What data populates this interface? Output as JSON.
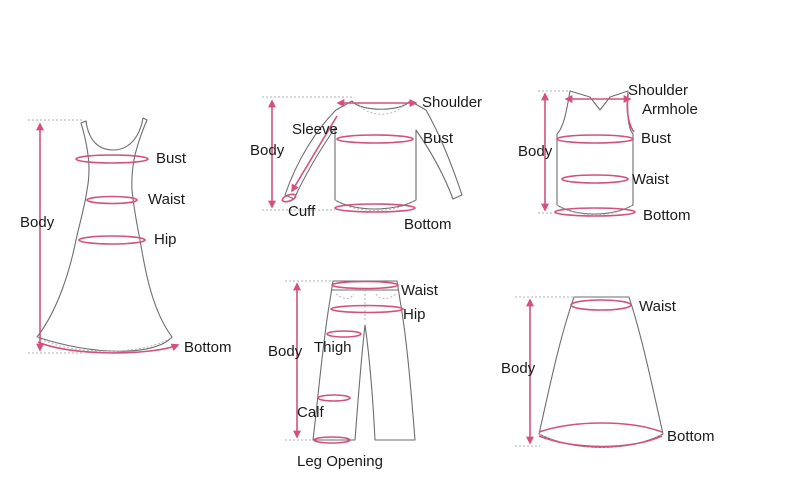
{
  "colors": {
    "accent": "#d4507f",
    "outline": "#6e6e6e",
    "background": "#ffffff"
  },
  "dress": {
    "body": "Body",
    "bust": "Bust",
    "waist": "Waist",
    "hip": "Hip",
    "bottom": "Bottom"
  },
  "sweater": {
    "shoulder": "Shoulder",
    "sleeve": "Sleeve",
    "bust": "Bust",
    "body": "Body",
    "cuff": "Cuff",
    "bottom": "Bottom"
  },
  "vest": {
    "shoulder": "Shoulder",
    "armhole": "Armhole",
    "bust": "Bust",
    "body": "Body",
    "waist": "Waist",
    "bottom": "Bottom"
  },
  "pants": {
    "waist": "Waist",
    "hip": "Hip",
    "body": "Body",
    "thigh": "Thigh",
    "calf": "Calf",
    "leg_opening": "Leg Opening"
  },
  "skirt": {
    "waist": "Waist",
    "body": "Body",
    "bottom": "Bottom"
  }
}
